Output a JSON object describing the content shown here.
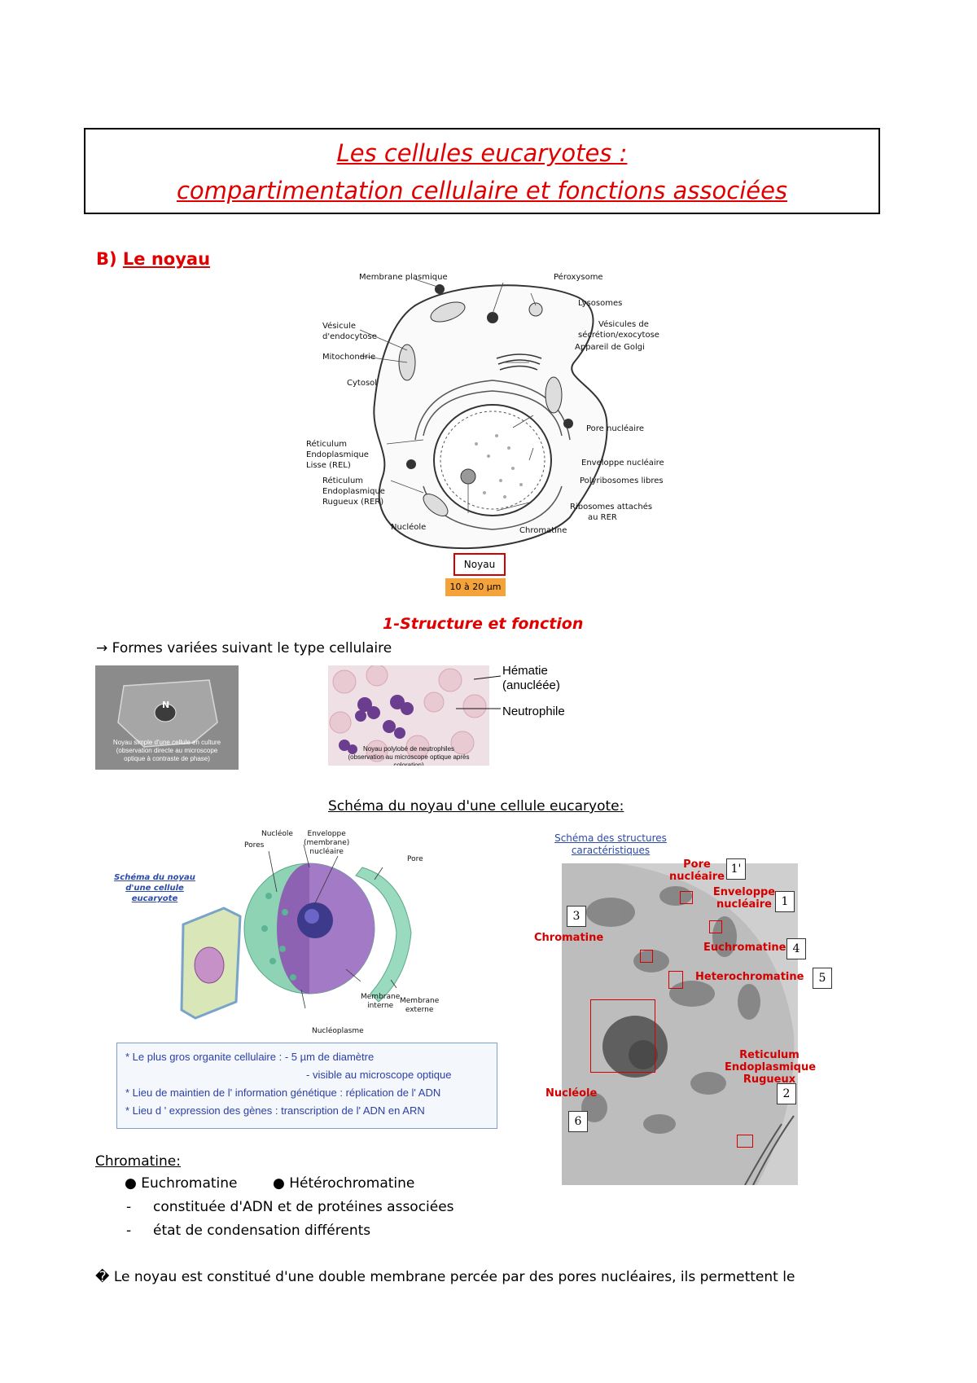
{
  "title": {
    "line1": "Les cellules eucaryotes :",
    "line2": " compartimentation cellulaire et fonctions associées"
  },
  "section": {
    "letter": "B)",
    "name": "Le noyau"
  },
  "cell_figure": {
    "labels_left": [
      "Membrane plasmique",
      "Vésicule",
      "d'endocytose",
      "Mitochondrie",
      "Cytosol",
      "Réticulum",
      "Endoplasmique",
      "Lisse (REL)",
      "Réticulum",
      "Endoplasmique",
      "Rugueux (RER)",
      "Nucléole"
    ],
    "labels_right": [
      "Péroxysome",
      "Lysosomes",
      "Vésicules de",
      "sécrétion/exocytose",
      "Appareil de Golgi",
      "Pore nucléaire",
      "Enveloppe nucléaire",
      "Polyribosomes libres",
      "Ribosomes attachés",
      "au RER",
      "Chromatine"
    ],
    "noyau_label": "Noyau",
    "size_label": "10 à 20 µm",
    "size_color": "#f4a23a"
  },
  "subsection": "1-Structure et fonction",
  "formes_text": "→ Formes variées suivant le type cellulaire",
  "micro1": {
    "marker": "N",
    "caption1": "Noyau simple d'une cellule en culture",
    "caption2": "(observation directe au microscope",
    "caption3": "optique à contraste de phase)"
  },
  "micro2": {
    "label1a": "Hématie",
    "label1b": "(anucléée)",
    "label2": "Neutrophile",
    "caption1": "Noyau polylobé de neutrophiles",
    "caption2": "(observation au microscope optique après coloration)"
  },
  "schema_heading": " Schéma du noyau d'une cellule eucaryote:",
  "nucleus_figure": {
    "title1": "Schéma du noyau",
    "title2": "d'une cellule eucaryote",
    "labels": {
      "nucleole": "Nucléole",
      "enveloppe1": "Enveloppe",
      "enveloppe2": "(membrane)",
      "enveloppe3": "nucléaire",
      "pores": "Pores",
      "pore": "Pore",
      "membrane_interne1": "Membrane",
      "membrane_interne2": "interne",
      "membrane_externe1": "Membrane",
      "membrane_externe2": "externe",
      "nucleoplasme": "Nucléoplasme"
    }
  },
  "info_box": [
    "* Le plus gros organite cellulaire : - 5 µm de diamètre",
    "- visible au microscope optique",
    "* Lieu de maintien de l' information génétique : réplication de l' ADN",
    "* Lieu d ' expression des gènes : transcription de l' ADN en ARN"
  ],
  "em_figure": {
    "title1": "Schéma des structures",
    "title2": "caractéristiques",
    "pore1": "Pore",
    "pore2": "nucléaire",
    "env1": "Enveloppe",
    "env2": "nucléaire",
    "chromatine": "Chromatine",
    "euchromatine": "Euchromatine",
    "heterochromatine": "Heterochromatine",
    "ret1": "Reticulum",
    "ret2": "Endoplasmique",
    "ret3": "Rugueux",
    "nucleole": "Nucléole",
    "nums": [
      "1'",
      "1",
      "3",
      "4",
      "5",
      "2",
      "6"
    ]
  },
  "chromatine": {
    "heading": "Chromatine:",
    "bullet1": "● Euchromatine",
    "bullet2": "● Hétérochromatine",
    "dash": "-",
    "item1": "constituée d'ADN et de protéines associées",
    "item2": "état de condensation différents"
  },
  "last_line": "� Le noyau est constitué d'une double membrane percée par des pores nucléaires, ils permettent le"
}
